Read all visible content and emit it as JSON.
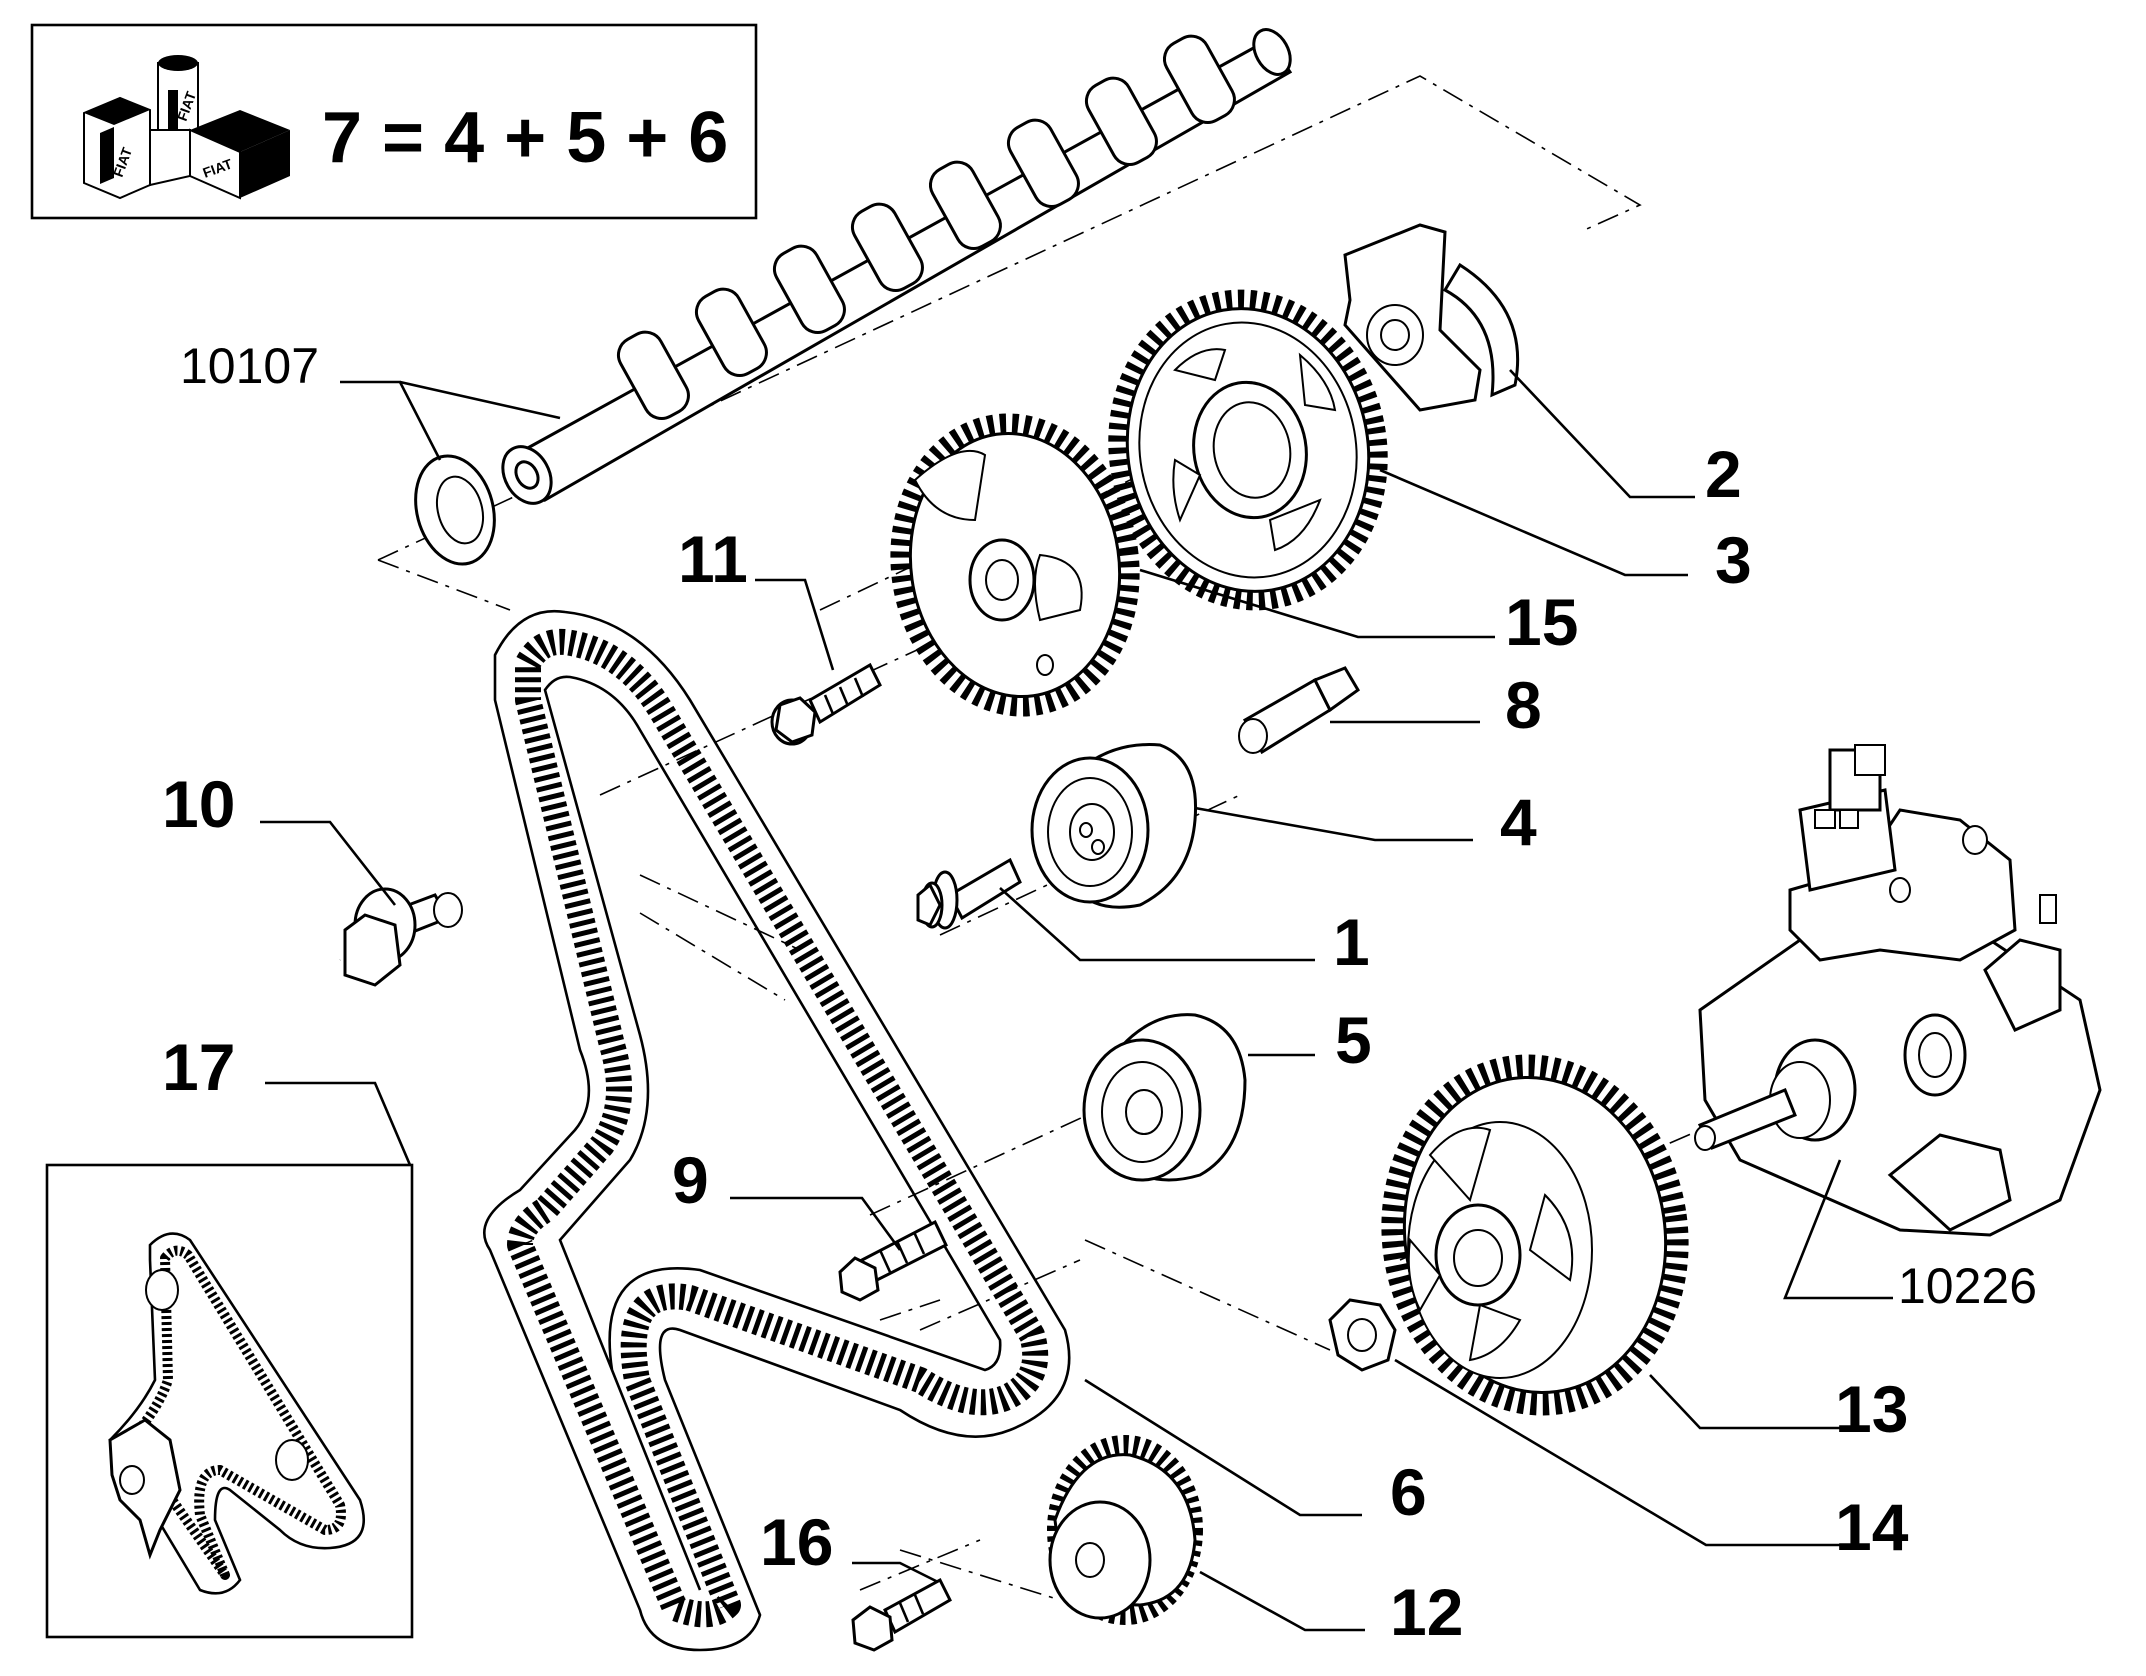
{
  "kit_box": {
    "formula": "7 = 4 + 5 + 6",
    "logo_marks": [
      "FIAT",
      "FIAT",
      "FIAT"
    ]
  },
  "callouts": [
    {
      "id": "label-10107",
      "text": "10107",
      "style": "ref"
    },
    {
      "id": "label-2",
      "text": "2",
      "style": "num"
    },
    {
      "id": "label-3",
      "text": "3",
      "style": "num"
    },
    {
      "id": "label-15",
      "text": "15",
      "style": "num"
    },
    {
      "id": "label-11",
      "text": "11",
      "style": "num"
    },
    {
      "id": "label-8",
      "text": "8",
      "style": "num"
    },
    {
      "id": "label-10",
      "text": "10",
      "style": "num"
    },
    {
      "id": "label-4",
      "text": "4",
      "style": "num"
    },
    {
      "id": "label-1",
      "text": "1",
      "style": "num"
    },
    {
      "id": "label-17",
      "text": "17",
      "style": "num"
    },
    {
      "id": "label-5",
      "text": "5",
      "style": "num"
    },
    {
      "id": "label-9",
      "text": "9",
      "style": "num"
    },
    {
      "id": "label-10226",
      "text": "10226",
      "style": "ref"
    },
    {
      "id": "label-13",
      "text": "13",
      "style": "num"
    },
    {
      "id": "label-6",
      "text": "6",
      "style": "num"
    },
    {
      "id": "label-14",
      "text": "14",
      "style": "num"
    },
    {
      "id": "label-16",
      "text": "16",
      "style": "num"
    },
    {
      "id": "label-12",
      "text": "12",
      "style": "num"
    }
  ],
  "parts": [
    {
      "name": "camshaft",
      "ref": "10107"
    },
    {
      "name": "camshaft-seal",
      "ref": "10107"
    },
    {
      "name": "sensor-bracket",
      "ref": "2"
    },
    {
      "name": "camshaft-pulley",
      "ref": "3"
    },
    {
      "name": "pump-pulley-upper",
      "ref": "15"
    },
    {
      "name": "bolt",
      "ref": "11"
    },
    {
      "name": "stud",
      "ref": "8"
    },
    {
      "name": "bolt-flanged",
      "ref": "10"
    },
    {
      "name": "tensioner-roller",
      "ref": "4"
    },
    {
      "name": "screw",
      "ref": "1"
    },
    {
      "name": "idler-roller",
      "ref": "5"
    },
    {
      "name": "timing-belt",
      "ref": "6"
    },
    {
      "name": "bolt",
      "ref": "9"
    },
    {
      "name": "injection-pump",
      "ref": "10226"
    },
    {
      "name": "injection-pump-pulley",
      "ref": "13"
    },
    {
      "name": "nut",
      "ref": "14"
    },
    {
      "name": "crankshaft-sprocket",
      "ref": "12"
    },
    {
      "name": "bolt",
      "ref": "16"
    },
    {
      "name": "belt-routing-detail",
      "ref": "17"
    }
  ],
  "colors": {
    "ink": "#000000",
    "paper": "#ffffff",
    "shade": "#e8e8e8"
  }
}
